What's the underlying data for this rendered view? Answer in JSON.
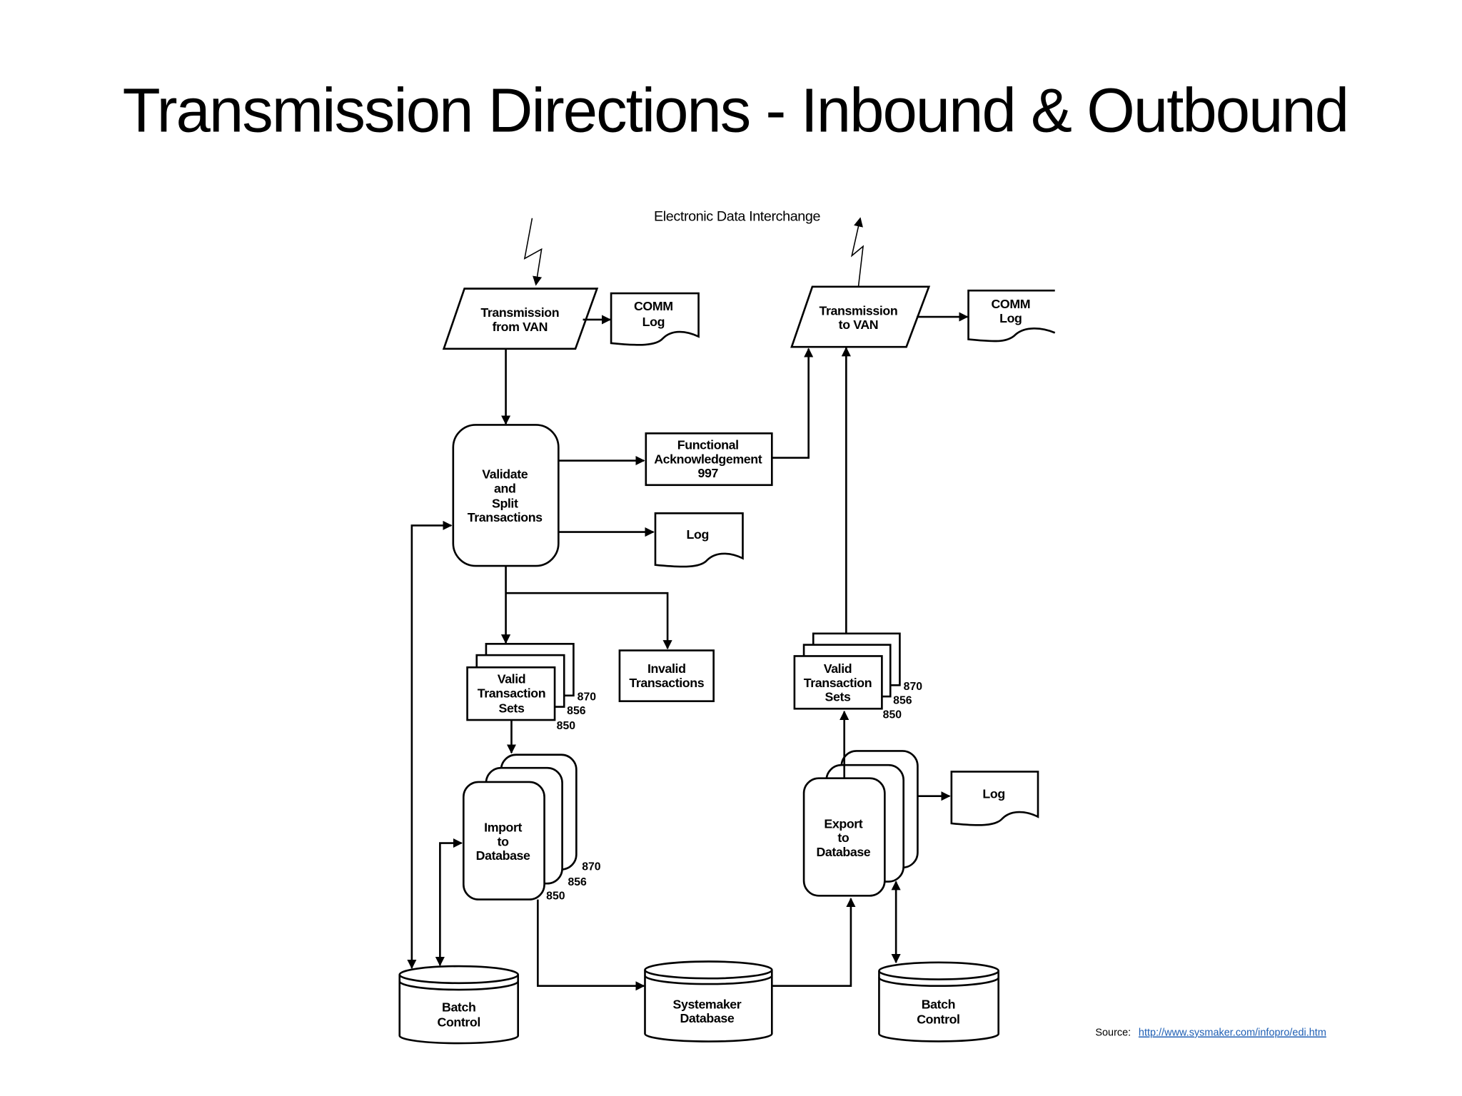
{
  "title": "Transmission Directions - Inbound & Outbound",
  "diagram": {
    "heading": "Electronic Data Interchange",
    "trans_from_van": [
      "Transmission",
      "from VAN"
    ],
    "comm_log_in": [
      "COMM",
      "Log"
    ],
    "validate": [
      "Validate",
      "and",
      "Split",
      "Transactions"
    ],
    "func_ack": [
      "Functional",
      "Acknowledgement",
      "997"
    ],
    "log_validate": "Log",
    "invalid": [
      "Invalid",
      "Transactions"
    ],
    "valid_sets_in": [
      "Valid",
      "Transaction",
      "Sets"
    ],
    "valid_sets_in_codes": [
      "870",
      "856",
      "850"
    ],
    "import": [
      "Import",
      "to",
      "Database"
    ],
    "import_codes": [
      "870",
      "856",
      "850"
    ],
    "systemaker_db": [
      "Systemaker",
      "Database"
    ],
    "batch_left": [
      "Batch",
      "Control"
    ],
    "batch_right": [
      "Batch",
      "Control"
    ],
    "export": [
      "Export",
      "to",
      "Database"
    ],
    "log_export": "Log",
    "valid_sets_out": [
      "Valid",
      "Transaction",
      "Sets"
    ],
    "valid_sets_out_codes": [
      "870",
      "856",
      "850"
    ],
    "trans_to_van": [
      "Transmission",
      "to VAN"
    ],
    "comm_log_out": [
      "COMM",
      "Log"
    ]
  },
  "source": {
    "label": "Source:",
    "url": "http://www.sysmaker.com/infopro/edi.htm",
    "link_color": "#1f5fb4"
  }
}
